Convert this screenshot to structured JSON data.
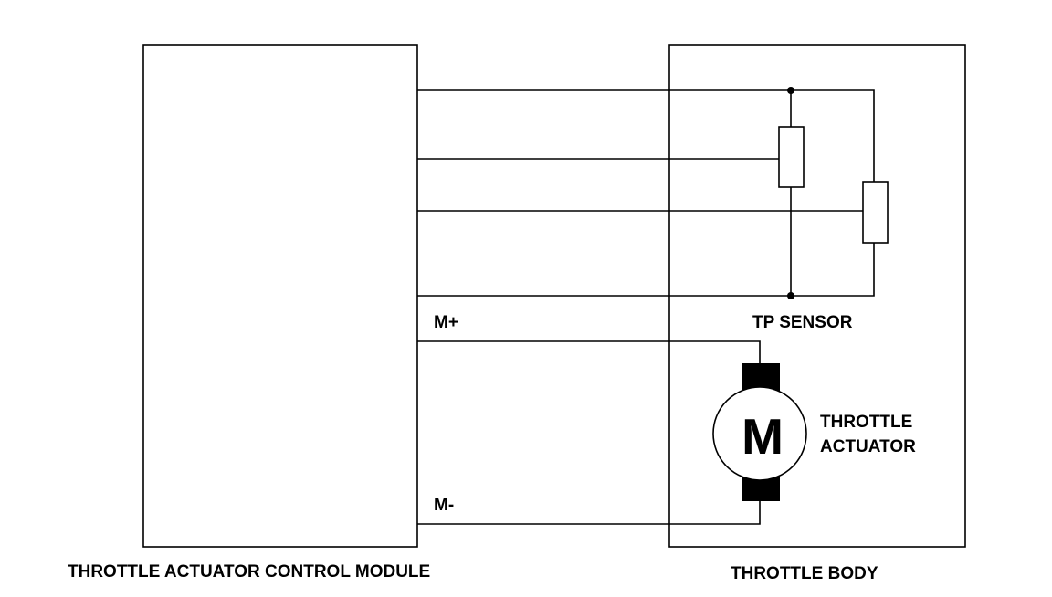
{
  "labels": {
    "control_module": "THROTTLE ACTUATOR CONTROL MODULE",
    "throttle_body": "THROTTLE BODY",
    "tp_sensor": "TP SENSOR",
    "actuator_line1": "THROTTLE",
    "actuator_line2": "ACTUATOR",
    "motor_symbol": "M",
    "motor_plus": "M+",
    "motor_minus": "M-"
  }
}
